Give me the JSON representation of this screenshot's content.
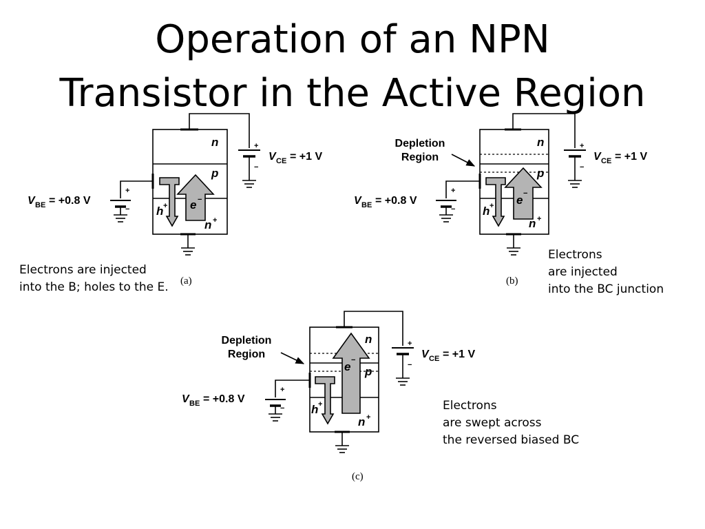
{
  "title": {
    "line1": "Operation of an NPN",
    "line2": "Transistor in the Active Region"
  },
  "figures": {
    "a": {
      "tag": "(a)",
      "vce_label": "V",
      "vce_sub": "CE",
      "vce_value": "= +1 V",
      "vbe_label": "V",
      "vbe_sub": "BE",
      "vbe_value": "= +0.8 V",
      "collector_type": "n",
      "base_type": "p",
      "emitter_type": "n",
      "emitter_sup": "+",
      "electron": "e",
      "electron_sup": "−",
      "hole": "h",
      "hole_sup": "+",
      "plus": "+",
      "minus": "−",
      "caption": [
        "Electrons are injected",
        "into the B; holes to the E."
      ]
    },
    "b": {
      "tag": "(b)",
      "depletion_label": [
        "Depletion",
        "Region"
      ],
      "vce_label": "V",
      "vce_sub": "CE",
      "vce_value": "= +1 V",
      "vbe_label": "V",
      "vbe_sub": "BE",
      "vbe_value": "= +0.8 V",
      "collector_type": "n",
      "base_type": "p",
      "emitter_type": "n",
      "emitter_sup": "+",
      "electron": "e",
      "electron_sup": "−",
      "hole": "h",
      "hole_sup": "+",
      "plus": "+",
      "minus": "−",
      "caption": [
        "Electrons",
        "are injected",
        "into the BC junction"
      ]
    },
    "c": {
      "tag": "(c)",
      "depletion_label": [
        "Depletion",
        "Region"
      ],
      "vce_label": "V",
      "vce_sub": "CE",
      "vce_value": "= +1 V",
      "vbe_label": "V",
      "vbe_sub": "BE",
      "vbe_value": "= +0.8 V",
      "collector_type": "n",
      "base_type": "p",
      "emitter_type": "n",
      "emitter_sup": "+",
      "electron": "e",
      "electron_sup": "−",
      "hole": "h",
      "hole_sup": "+",
      "plus": "+",
      "minus": "−",
      "caption": [
        "Electrons",
        "are swept across",
        "the reversed biased BC"
      ]
    }
  },
  "colors": {
    "arrow_fill": "#b4b4b4",
    "line": "#000000"
  }
}
